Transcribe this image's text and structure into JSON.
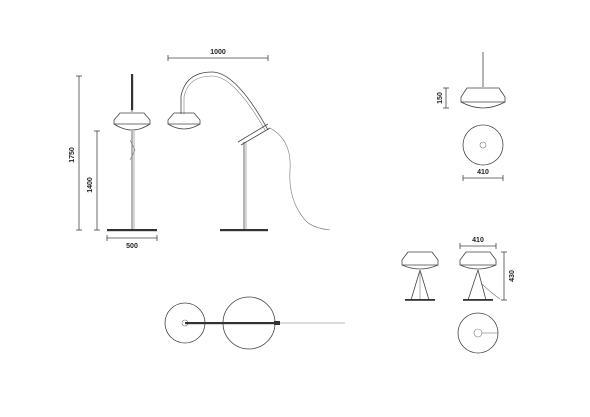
{
  "dimensions": {
    "arm_length": "1000",
    "total_height": "1750",
    "arm_pivot_height": "1400",
    "floor_base_diameter": "500",
    "pendant_shade_height": "150",
    "pendant_diameter": "410",
    "table_shade_diameter": "410",
    "table_height": "430"
  },
  "colors": {
    "line": "#444444",
    "base": "#333333",
    "background": "#ffffff"
  }
}
